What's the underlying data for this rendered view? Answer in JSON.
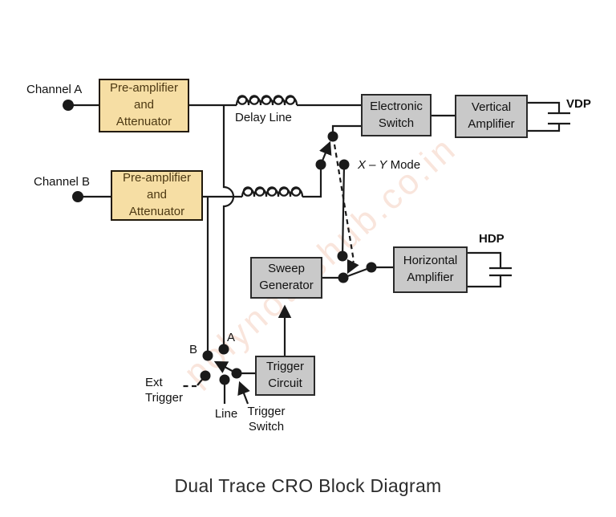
{
  "title": "Dual Trace CRO Block Diagram",
  "watermark": "polynoteshub.co.in",
  "colors": {
    "preamp_fill": "#f6dea4",
    "preamp_border": "#221a0c",
    "preamp_text": "#4d3913",
    "block_fill": "#c9c9c9",
    "block_border": "#2a2a2a",
    "line": "#1a1a1a",
    "title_color": "#2b2b2b"
  },
  "inputs": {
    "channel_a": "Channel A",
    "channel_b": "Channel B"
  },
  "blocks": {
    "preamp_a": "Pre-amplifier and Attenuator",
    "preamp_b": "Pre-amplifier and Attenuator",
    "electronic_switch": "Electronic Switch",
    "vertical_amplifier": "Vertical Amplifier",
    "sweep_generator": "Sweep Generator",
    "horizontal_amplifier": "Horizontal Amplifier",
    "trigger_circuit": "Trigger Circuit"
  },
  "labels": {
    "delay_line": "Delay Line",
    "xy_mode_xy": "X – Y",
    "xy_mode_rest": "Mode",
    "vdp": "VDP",
    "hdp": "HDP",
    "point_a": "A",
    "point_b": "B",
    "ext_trigger": "Ext Trigger",
    "line_input": "Line",
    "trigger_switch": "Trigger Switch"
  }
}
